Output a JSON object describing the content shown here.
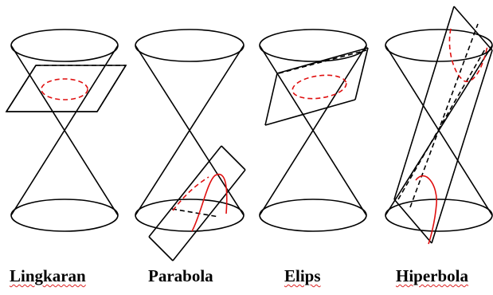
{
  "labels": {
    "circle": "Lingkaran",
    "parabola": "Parabola",
    "ellipse": "Elips",
    "hyperbola": "Hiperbola"
  },
  "colors": {
    "line": "#000000",
    "section": "#e01010",
    "spellcheck": "#d22222"
  }
}
